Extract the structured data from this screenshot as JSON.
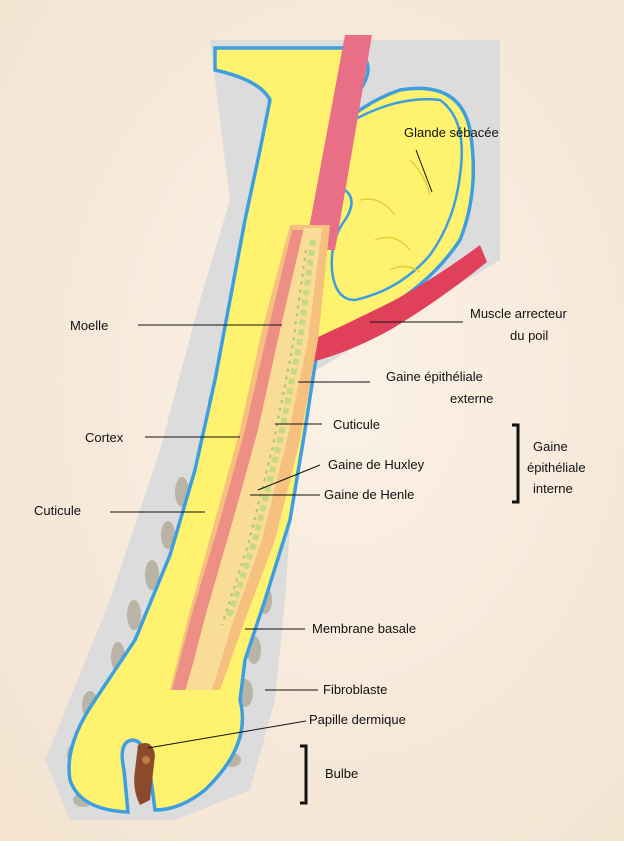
{
  "diagram": {
    "labels": {
      "glande_sebacee": "Glande sébacée",
      "muscle_line1": "Muscle arrecteur",
      "muscle_line2": "du poil",
      "gaine_ext_line1": "Gaine épithéliale",
      "gaine_ext_line2": "externe",
      "moelle": "Moelle",
      "cortex": "Cortex",
      "cuticule_left": "Cuticule",
      "cuticule_right": "Cuticule",
      "gaine_huxley": "Gaine de Huxley",
      "gaine_henle": "Gaine de Henle",
      "gaine_int_line1": "Gaine",
      "gaine_int_line2": "épithéliale",
      "gaine_int_line3": "interne",
      "membrane_basale": "Membrane basale",
      "fibroblaste": "Fibroblaste",
      "papille": "Papille dermique",
      "bulbe": "Bulbe"
    },
    "colors": {
      "background": "#f6e9dc",
      "dermis": "#d9d9d9",
      "sheath_yellow": "#fff176",
      "membrane_blue": "#4aa3df",
      "muscle_red": "#e0445e",
      "hair_shaft_pink": "#e8788a",
      "inner_sheath_orange": "#f3b07a",
      "medulla_green": "#c7dc8a",
      "fibroblast_gray": "#b8b4a8",
      "papilla_brown": "#8b4a2b"
    }
  }
}
